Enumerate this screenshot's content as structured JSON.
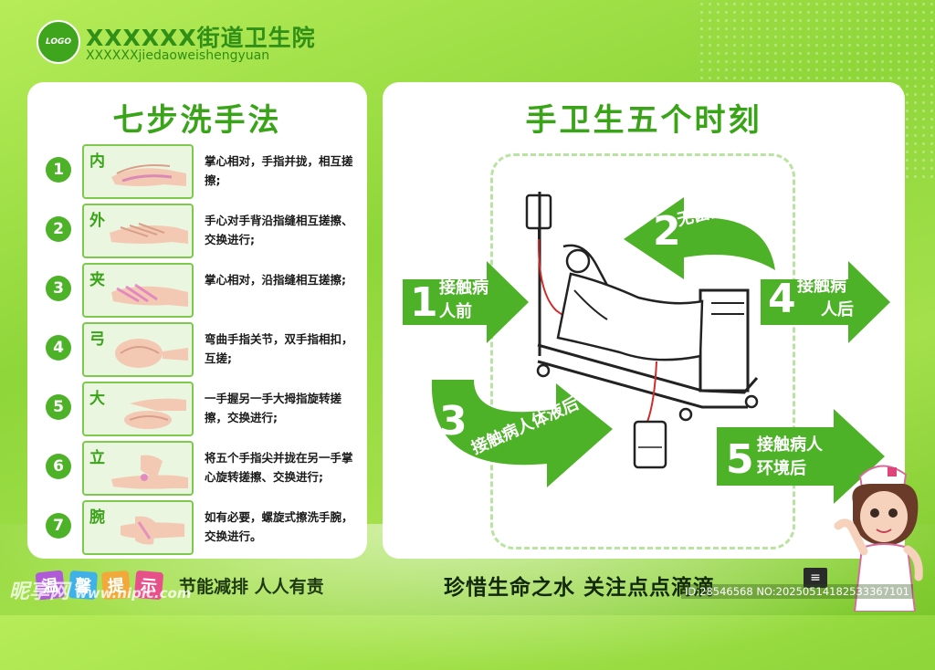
{
  "header": {
    "logo_text": "LOGO",
    "org_name": "XXXXXX街道卫生院",
    "org_pinyin": "XXXXXXjiedaoweishengyuan"
  },
  "left_panel": {
    "title": "七步洗手法",
    "steps": [
      {
        "num": "1",
        "char": "内",
        "text": "掌心相对，手指并拢，相互搓擦;"
      },
      {
        "num": "2",
        "char": "外",
        "text": "手心对手背沿指缝相互搓擦、交换进行;"
      },
      {
        "num": "3",
        "char": "夹",
        "text": "掌心相对，沿指缝相互搓擦;"
      },
      {
        "num": "4",
        "char": "弓",
        "text": "弯曲手指关节，双手指相扣，互搓;"
      },
      {
        "num": "5",
        "char": "大",
        "text": "一手握另一手大拇指旋转搓擦，交换进行;"
      },
      {
        "num": "6",
        "char": "立",
        "text": "将五个手指尖并拢在另一手掌心旋转搓擦、交换进行;"
      },
      {
        "num": "7",
        "char": "腕",
        "text": "如有必要，螺旋式擦洗手腕，交换进行。"
      }
    ]
  },
  "right_panel": {
    "title": "手卫生五个时刻",
    "moments": [
      {
        "num": "1",
        "line1": "接触病",
        "line2": "人前"
      },
      {
        "num": "2",
        "label": "无菌操作前"
      },
      {
        "num": "3",
        "label": "接触病人体液后"
      },
      {
        "num": "4",
        "line1": "接触病",
        "line2": "人后"
      },
      {
        "num": "5",
        "line1": "接触病人",
        "line2": "环境后"
      }
    ]
  },
  "footer": {
    "tiles": [
      "温",
      "馨",
      "提",
      "示"
    ],
    "slogan_left": "节能减排  人人有责",
    "slogan_right": "珍惜生命之水  关注点点滴滴",
    "watermark": "昵享网",
    "watermark_url": "www.nipic.com",
    "image_id": "ID:28546568 NO:20250514182533367101"
  },
  "colors": {
    "brand_green": "#3aa419",
    "arrow_green": "#4eb229",
    "background": "#9ddc45"
  }
}
